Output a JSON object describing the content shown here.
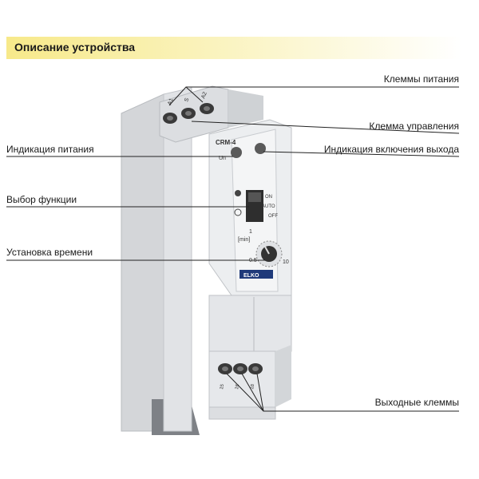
{
  "header": {
    "title": "Описание устройства"
  },
  "callouts": {
    "power_terminals": "Клеммы питания",
    "control_terminal": "Клемма управления",
    "power_indication": "Индикация питания",
    "output_indication": "Индикация включения выхода",
    "function_select": "Выбор функции",
    "time_setting": "Установка времени",
    "output_terminals": "Выходные клеммы"
  },
  "device": {
    "model": "CRM-4",
    "brand": "ELKO",
    "led_power": "Un",
    "switch_on": "ON",
    "switch_auto": "AUTO",
    "switch_off": "OFF",
    "dial_top": "1",
    "dial_unit": "[min]",
    "dial_min": "0.5",
    "dial_max": "10",
    "top_terminals": [
      "A1",
      "S",
      "A2"
    ],
    "bottom_terminals": [
      "15",
      "16",
      "18"
    ]
  },
  "colors": {
    "title_bar": "#f7e98a",
    "device_body": "#e9eaec",
    "terminal": "#3a3a3a"
  }
}
